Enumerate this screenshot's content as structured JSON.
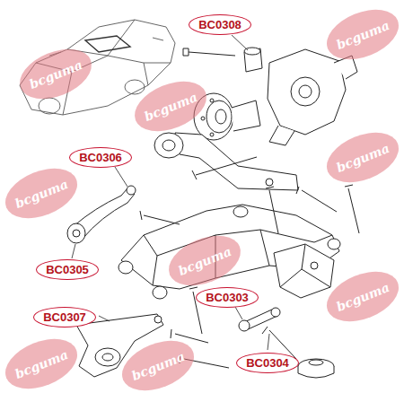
{
  "diagram": {
    "nodes": [
      {
        "text": [
          "BC0308"
        ]
      },
      {
        "text": [
          "BC0306"
        ]
      },
      {
        "text": [
          "BC0305"
        ]
      },
      {
        "text": [
          "BC0303"
        ]
      },
      {
        "text": [
          "BC0307"
        ]
      },
      {
        "text": [
          "BC0304"
        ]
      }
    ],
    "labels": [
      "bcguma",
      "bcguma",
      "bcguma",
      "bcguma",
      "bcguma",
      "bcguma",
      "bcguma",
      "bcguma",
      "bcguma"
    ]
  }
}
